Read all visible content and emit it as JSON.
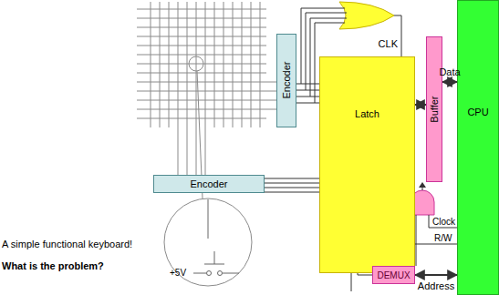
{
  "diagram": {
    "nodes": [
      {
        "text": [
          "Encoder"
        ]
      },
      {
        "text": [
          "Encoder"
        ]
      },
      {
        "text": [
          "Latch"
        ]
      },
      {
        "text": [
          "Buffer"
        ]
      },
      {
        "text": [
          "CPU"
        ]
      },
      {
        "text": [
          "DEMUX"
        ]
      }
    ],
    "edges": [
      {
        "from": 0,
        "to": 2,
        "arrow": "none"
      },
      {
        "from": 1,
        "to": 2,
        "arrow": "none"
      },
      {
        "from": 2,
        "to": 3,
        "arrow": "both"
      },
      {
        "from": 3,
        "to": 4,
        "label": "Data",
        "arrow": "both"
      },
      {
        "from": 5,
        "to": 4,
        "label": "Address",
        "arrow": "both"
      }
    ],
    "labels": [
      "CLK",
      "Clock",
      "R/W",
      "+5V",
      "A simple functional keyboard!",
      "What is the problem?"
    ]
  }
}
